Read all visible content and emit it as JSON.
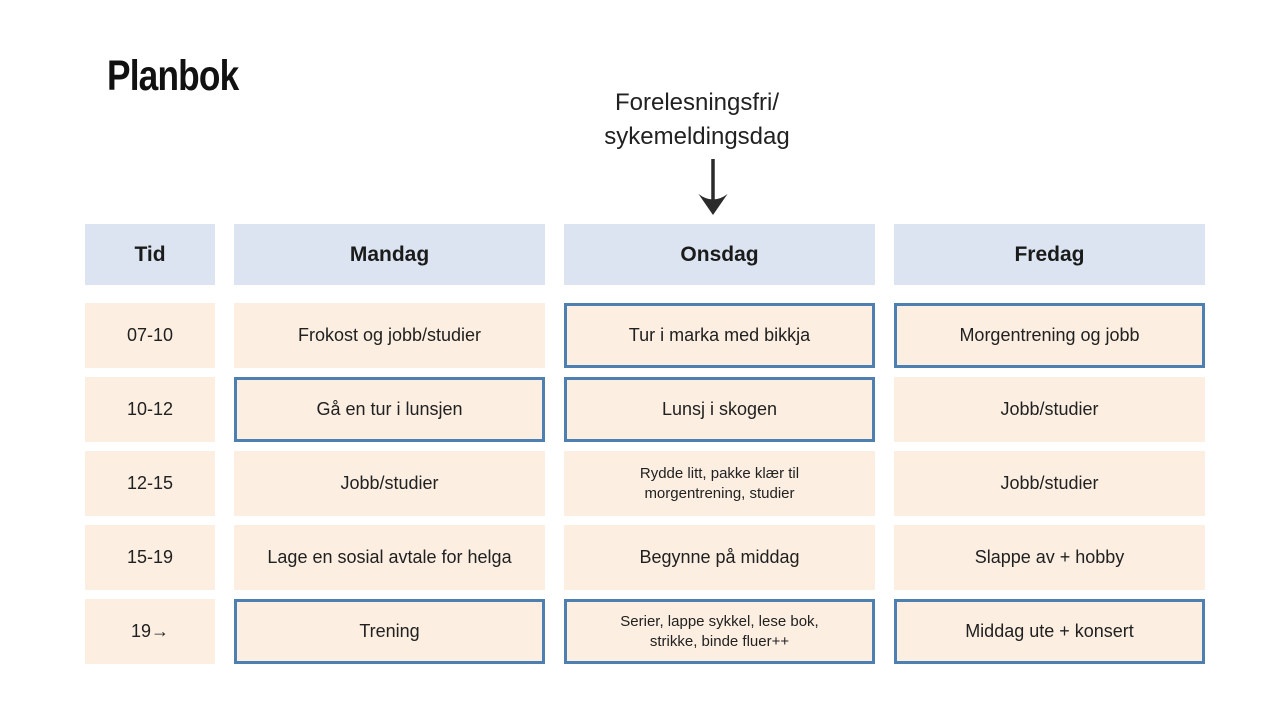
{
  "page": {
    "title": "Planbok"
  },
  "annotation": {
    "text": "Forelesningsfri/\nsykemeldingsdag",
    "arrow_icon": "down-arrow-icon"
  },
  "table": {
    "headers": [
      "Tid",
      "Mandag",
      "Onsdag",
      "Fredag"
    ],
    "rows": [
      {
        "time": "07-10",
        "cells": [
          {
            "text": "Frokost og jobb/studier",
            "highlighted": false,
            "small": false
          },
          {
            "text": "Tur i marka med bikkja",
            "highlighted": true,
            "small": false
          },
          {
            "text": "Morgentrening og jobb",
            "highlighted": true,
            "small": false
          }
        ]
      },
      {
        "time": "10-12",
        "cells": [
          {
            "text": "Gå en tur i lunsjen",
            "highlighted": true,
            "small": false
          },
          {
            "text": "Lunsj i skogen",
            "highlighted": true,
            "small": false
          },
          {
            "text": "Jobb/studier",
            "highlighted": false,
            "small": false
          }
        ]
      },
      {
        "time": "12-15",
        "cells": [
          {
            "text": "Jobb/studier",
            "highlighted": false,
            "small": false
          },
          {
            "text": "Rydde litt, pakke klær til\nmorgentrening, studier",
            "highlighted": false,
            "small": true
          },
          {
            "text": "Jobb/studier",
            "highlighted": false,
            "small": false
          }
        ]
      },
      {
        "time": "15-19",
        "cells": [
          {
            "text": "Lage en sosial avtale for helga",
            "highlighted": false,
            "small": false
          },
          {
            "text": "Begynne på middag",
            "highlighted": false,
            "small": false
          },
          {
            "text": "Slappe av + hobby",
            "highlighted": false,
            "small": false
          }
        ]
      },
      {
        "time": "19→",
        "cells": [
          {
            "text": "Trening",
            "highlighted": true,
            "small": false
          },
          {
            "text": "Serier, lappe sykkel, lese bok,\nstrikke, binde fluer++",
            "highlighted": true,
            "small": true
          },
          {
            "text": "Middag ute  + konsert",
            "highlighted": true,
            "small": false
          }
        ]
      }
    ]
  },
  "colors": {
    "header_background": "#dbe4f0",
    "cell_background": "#fcefe2",
    "highlight_border": "#4e7fb1",
    "text": "#212121",
    "background": "#ffffff"
  }
}
